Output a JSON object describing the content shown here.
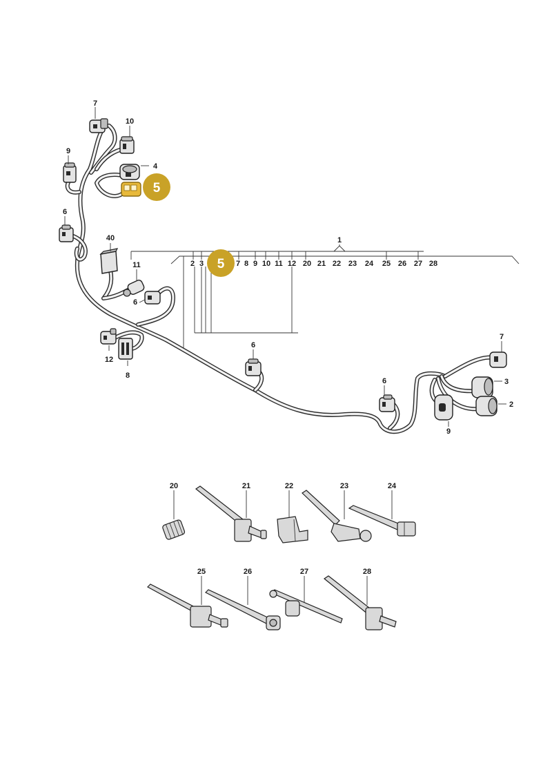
{
  "diagram": {
    "highlight_color": "#c9a227",
    "highlight_part": "5",
    "harness_labels": {
      "top_7": "7",
      "top_10": "10",
      "top_9": "9",
      "top_4": "4",
      "left_6": "6",
      "label_40": "40",
      "label_11": "11",
      "mid_6": "6",
      "label_12": "12",
      "label_8": "8",
      "center_6": "6",
      "right_6": "6",
      "right_7": "7",
      "right_3": "3",
      "right_2": "2",
      "right_9": "9"
    },
    "bracket": {
      "main": "1",
      "items": [
        "2",
        "3",
        "7",
        "8",
        "9",
        "10",
        "11",
        "12",
        "20",
        "21",
        "22",
        "23",
        "24",
        "25",
        "26",
        "27",
        "28"
      ]
    },
    "clips": [
      "20",
      "21",
      "22",
      "23",
      "24",
      "25",
      "26",
      "27",
      "28"
    ]
  }
}
